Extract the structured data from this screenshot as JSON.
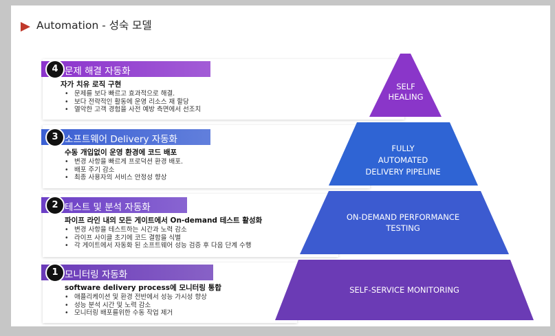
{
  "title": "Automation - 성숙 모델",
  "colors": {
    "tier1": "#6b3bb5",
    "tier2": "#3c5bd0",
    "tier3": "#2f64d4",
    "tier4": "#8a36c9",
    "tab1": "#6a3ab8",
    "tab2": "#6b3ec6",
    "tab3": "#3a5fd3",
    "tab4": "#8b33cc",
    "arrow": "#c0392b"
  },
  "levels": [
    {
      "number": "1",
      "label": "모니터링 자동화",
      "heading": "software delivery process에 모니터링 통합",
      "bullets": [
        "애플리케이션 및 환경 전반에서 성능 가시성 향상",
        "성능 분석 시간 및 노력 감소",
        "모니터링 배포를위한 수동 작업 제거"
      ],
      "pyramid": [
        "SELF-SERVICE MONITORING"
      ]
    },
    {
      "number": "2",
      "label": "테스트 및 분석 자동화",
      "heading": "파이프 라인 내의 모든 게이트에서 On-demand 테스트 활성화",
      "bullets": [
        "변경 사항을 테스트하는 시간과 노력 감소",
        "라이프 사이클 초기에 코드 결함을 식별",
        "각 게이트에서 자동화 된 소프트웨어 성능 검증 후 다음 단계 수행"
      ],
      "pyramid": [
        "ON-DEMAND PERFORMANCE",
        "TESTING"
      ]
    },
    {
      "number": "3",
      "label": "소프트웨어 Delivery 자동화",
      "heading": "수동 개입없이 운영 환경에 코드 배포",
      "bullets": [
        "변경 사항을 빠르게 프로덕션 환경 배포.",
        "배포 주기 감소",
        "최종 사용자의 서비스 안정성 향상"
      ],
      "pyramid": [
        "FULLY",
        "AUTOMATED",
        "DELIVERY PIPELINE"
      ]
    },
    {
      "number": "4",
      "label": "문제 해결 자동화",
      "heading": "자가 치유 로직 구현",
      "bullets": [
        "문제를 보다 빠르고 효과적으로 해결.",
        "보다 전략적인 활동에 운영 리소스 재 할당",
        "열악한 고객 경험을 사전 예방 측면에서 선조치"
      ],
      "pyramid": [
        "SELF",
        "HEALING"
      ]
    }
  ]
}
